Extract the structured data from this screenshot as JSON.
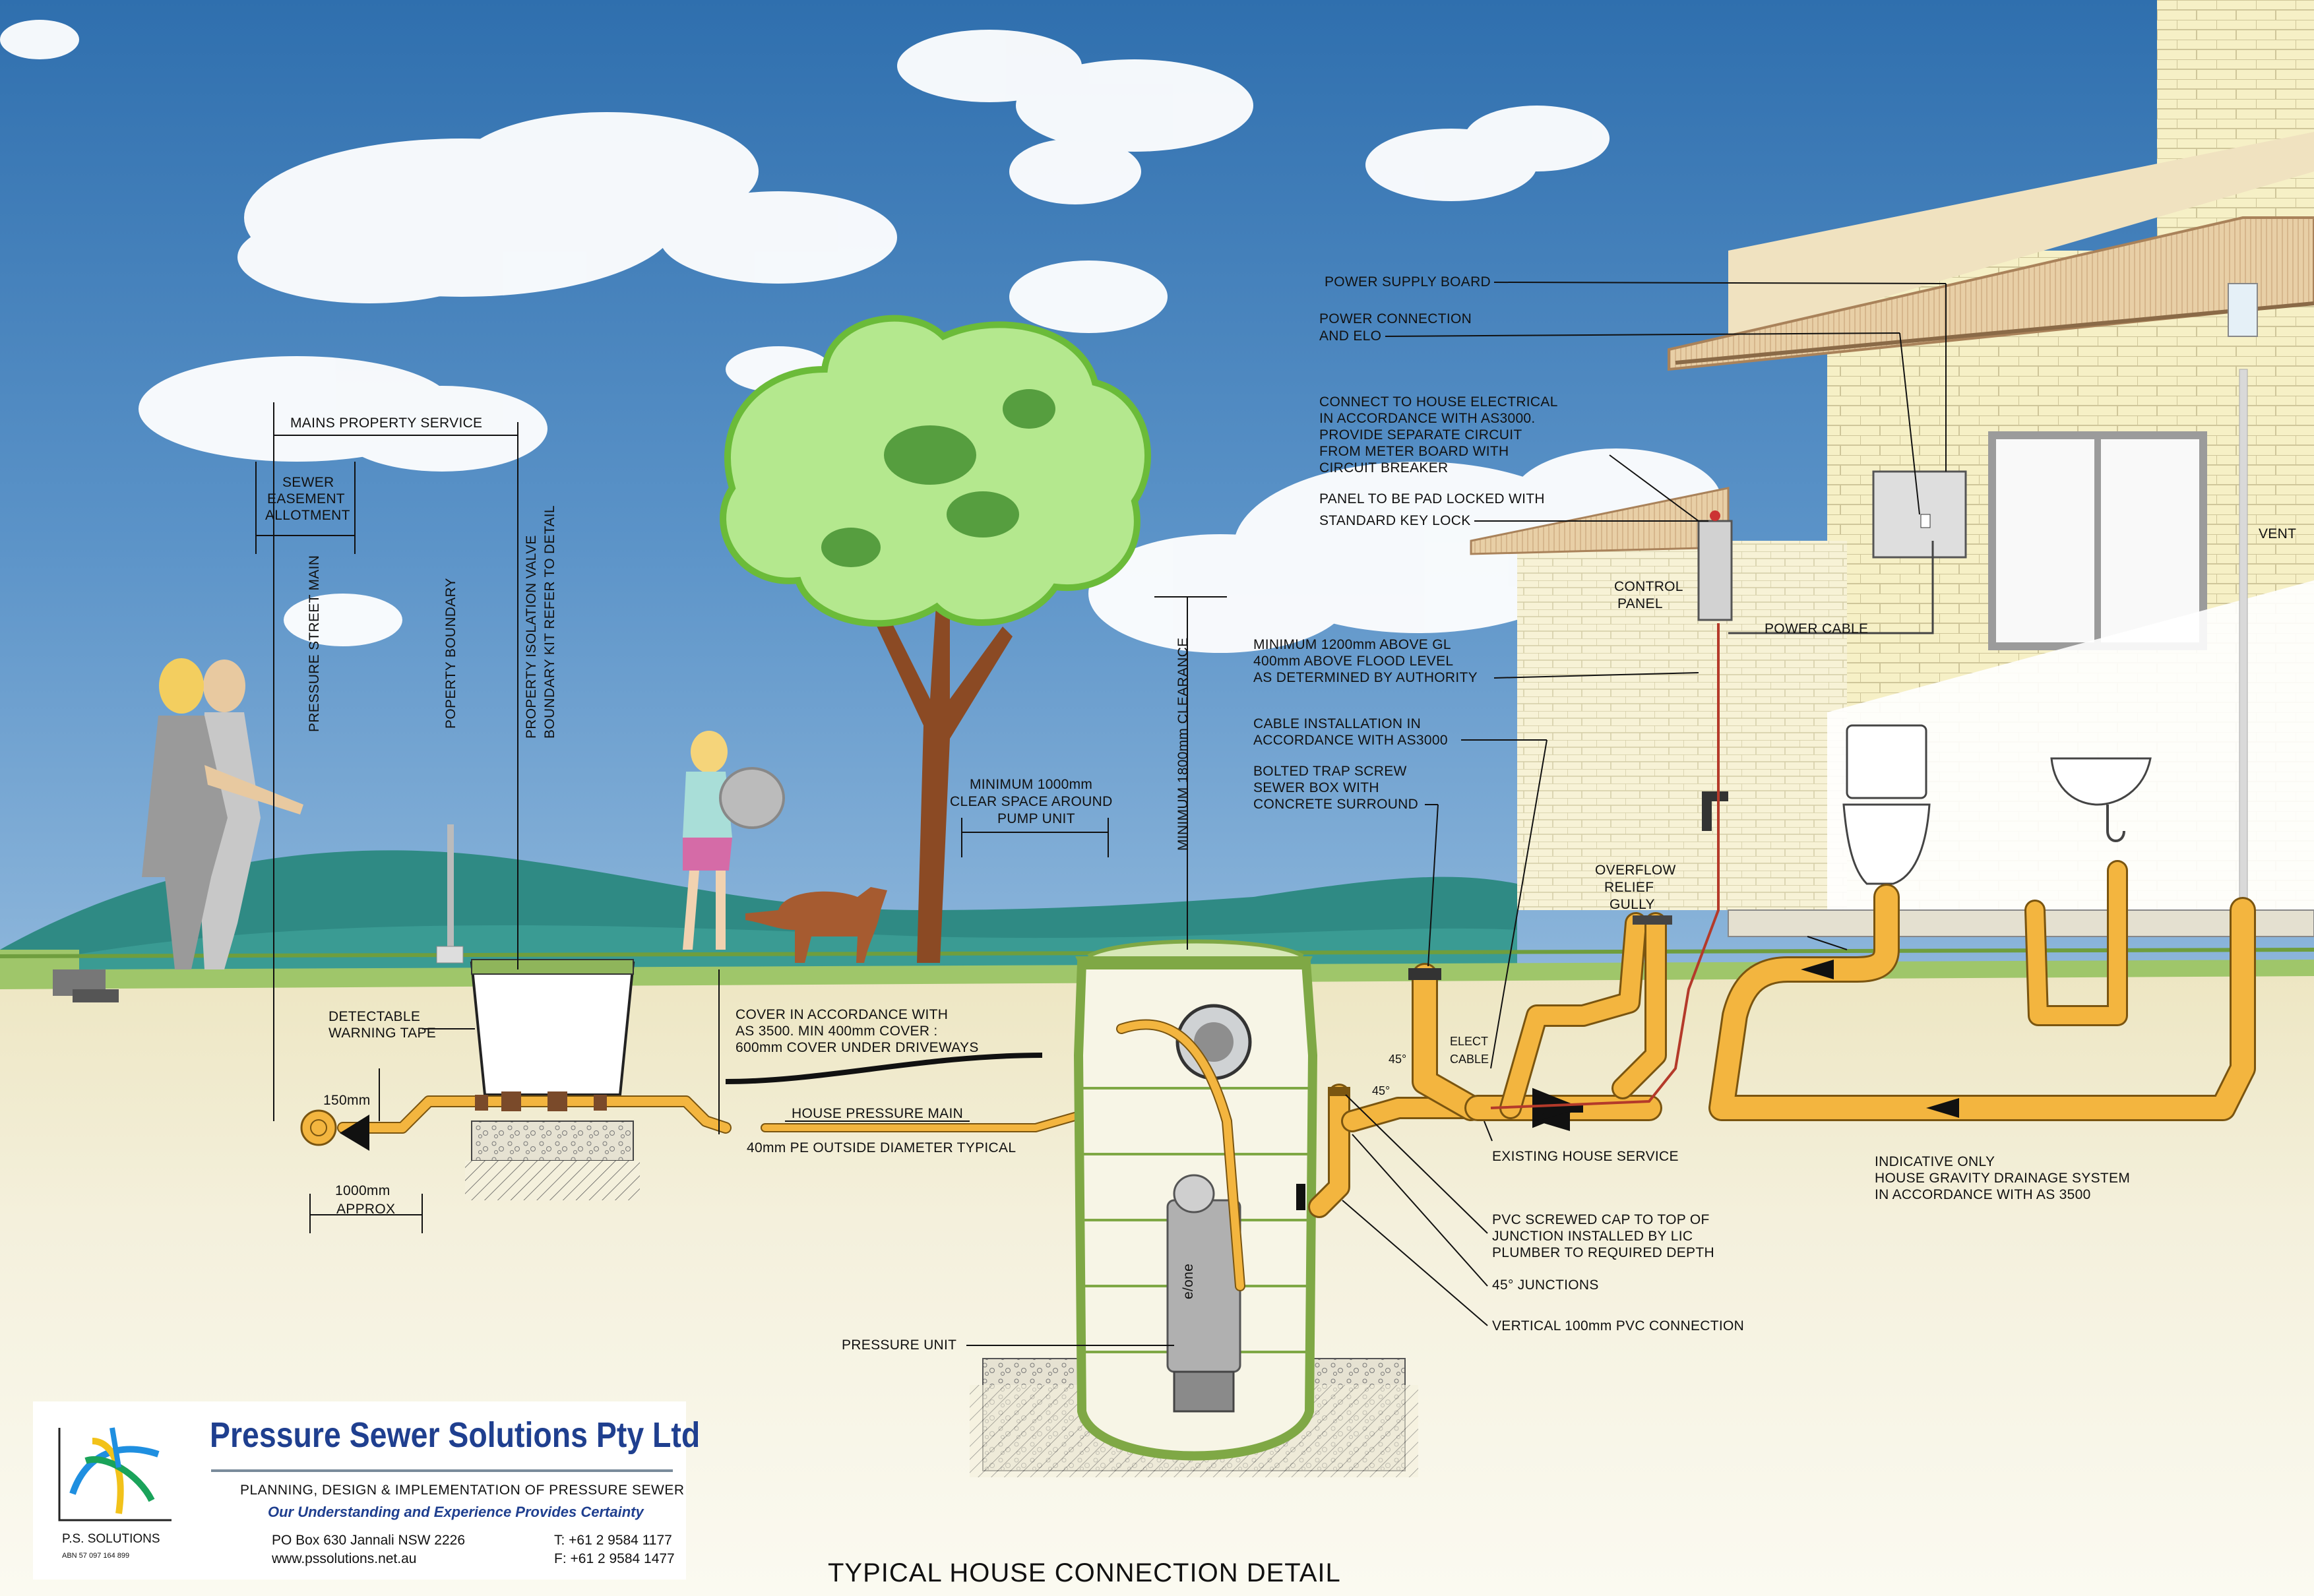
{
  "title": "TYPICAL HOUSE CONNECTION DETAIL",
  "company": {
    "name": "Pressure Sewer Solutions Pty Ltd",
    "tagline": "PLANNING, DESIGN & IMPLEMENTATION OF PRESSURE SEWER",
    "slogan": "Our Understanding and Experience Provides Certainty",
    "address": "PO Box 630 Jannali NSW 2226",
    "website": "www.pssolutions.net.au",
    "phone": "T:  +61 2 9584 1177",
    "fax": "F:  +61 2 9584 1477",
    "logo_text": "P.S. SOLUTIONS",
    "abn": "ABN 57 097 164 899",
    "brand_color": "#1f3f8f"
  },
  "labels": {
    "mains_property_service": "MAINS PROPERTY SERVICE",
    "sewer_easement": [
      "SEWER",
      "EASEMENT",
      "ALLOTMENT"
    ],
    "pressure_street_main": "PRESSURE STREET MAIN",
    "property_boundary": "POPERTY BOUNDARY",
    "isolation_valve": [
      "PROPERTY ISOLATION VALVE",
      "BOUNDARY KIT REFER TO DETAIL"
    ],
    "detectable_tape": [
      "DETECTABLE",
      "WARNING TAPE"
    ],
    "cover_depth": "150mm",
    "distance": [
      "1000mm",
      "APPROX"
    ],
    "cover_note": [
      "COVER IN ACCORDANCE WITH",
      "AS 3500.   MIN 400mm COVER :",
      "600mm COVER UNDER DRIVEWAYS"
    ],
    "house_pressure_main": "HOUSE PRESSURE MAIN",
    "pe_diameter": "40mm PE OUTSIDE DIAMETER TYPICAL",
    "clear_space": [
      "MINIMUM 1000mm",
      "CLEAR SPACE AROUND",
      "PUMP UNIT"
    ],
    "clearance_1800": "MINIMUM 1800mm CLEARANCE",
    "power_supply_board": "POWER SUPPLY BOARD",
    "power_connection": [
      "POWER CONNECTION",
      "AND ELO"
    ],
    "connect_electrical": [
      "CONNECT TO HOUSE ELECTRICAL",
      "IN ACCORDANCE WITH AS3000.",
      "PROVIDE SEPARATE CIRCUIT",
      "FROM METER BOARD WITH",
      "CIRCUIT BREAKER"
    ],
    "panel_locked": [
      "PANEL TO BE PAD LOCKED WITH",
      "STANDARD KEY LOCK"
    ],
    "control_panel": [
      "CONTROL",
      "PANEL"
    ],
    "power_cable": "POWER CABLE",
    "vent": "VENT",
    "minimum_1200": [
      "MINIMUM 1200mm ABOVE GL",
      "400mm ABOVE FLOOD LEVEL",
      "AS DETERMINED BY AUTHORITY"
    ],
    "cable_installation": [
      "CABLE INSTALLATION IN",
      "ACCORDANCE WITH AS3000"
    ],
    "bolted_trap": [
      "BOLTED TRAP SCREW",
      "SEWER BOX WITH",
      "CONCRETE SURROUND"
    ],
    "overflow_gully": [
      "OVERFLOW",
      "RELIEF",
      "GULLY"
    ],
    "elect_cable": [
      "ELECT",
      "CABLE"
    ],
    "angle_45": "45°",
    "existing_house_service": "EXISTING HOUSE SERVICE",
    "indicative": [
      "INDICATIVE ONLY",
      "HOUSE GRAVITY DRAINAGE SYSTEM",
      "IN ACCORDANCE WITH AS 3500"
    ],
    "pvc_cap": [
      "PVC SCREWED CAP TO TOP OF",
      "JUNCTION INSTALLED BY LIC",
      "PLUMBER TO REQUIRED DEPTH"
    ],
    "junctions_45": "45° JUNCTIONS",
    "vertical_pvc": "VERTICAL 100mm PVC CONNECTION",
    "pressure_unit": "PRESSURE UNIT",
    "pump_brand": "e/one"
  },
  "colors": {
    "sky": "#4d84bd",
    "ground": "#f2efd9",
    "hills": "#2f8a84",
    "pipe": "#f3b53f",
    "tank": "#7fa845",
    "house_wall": "#f6f0c6"
  }
}
